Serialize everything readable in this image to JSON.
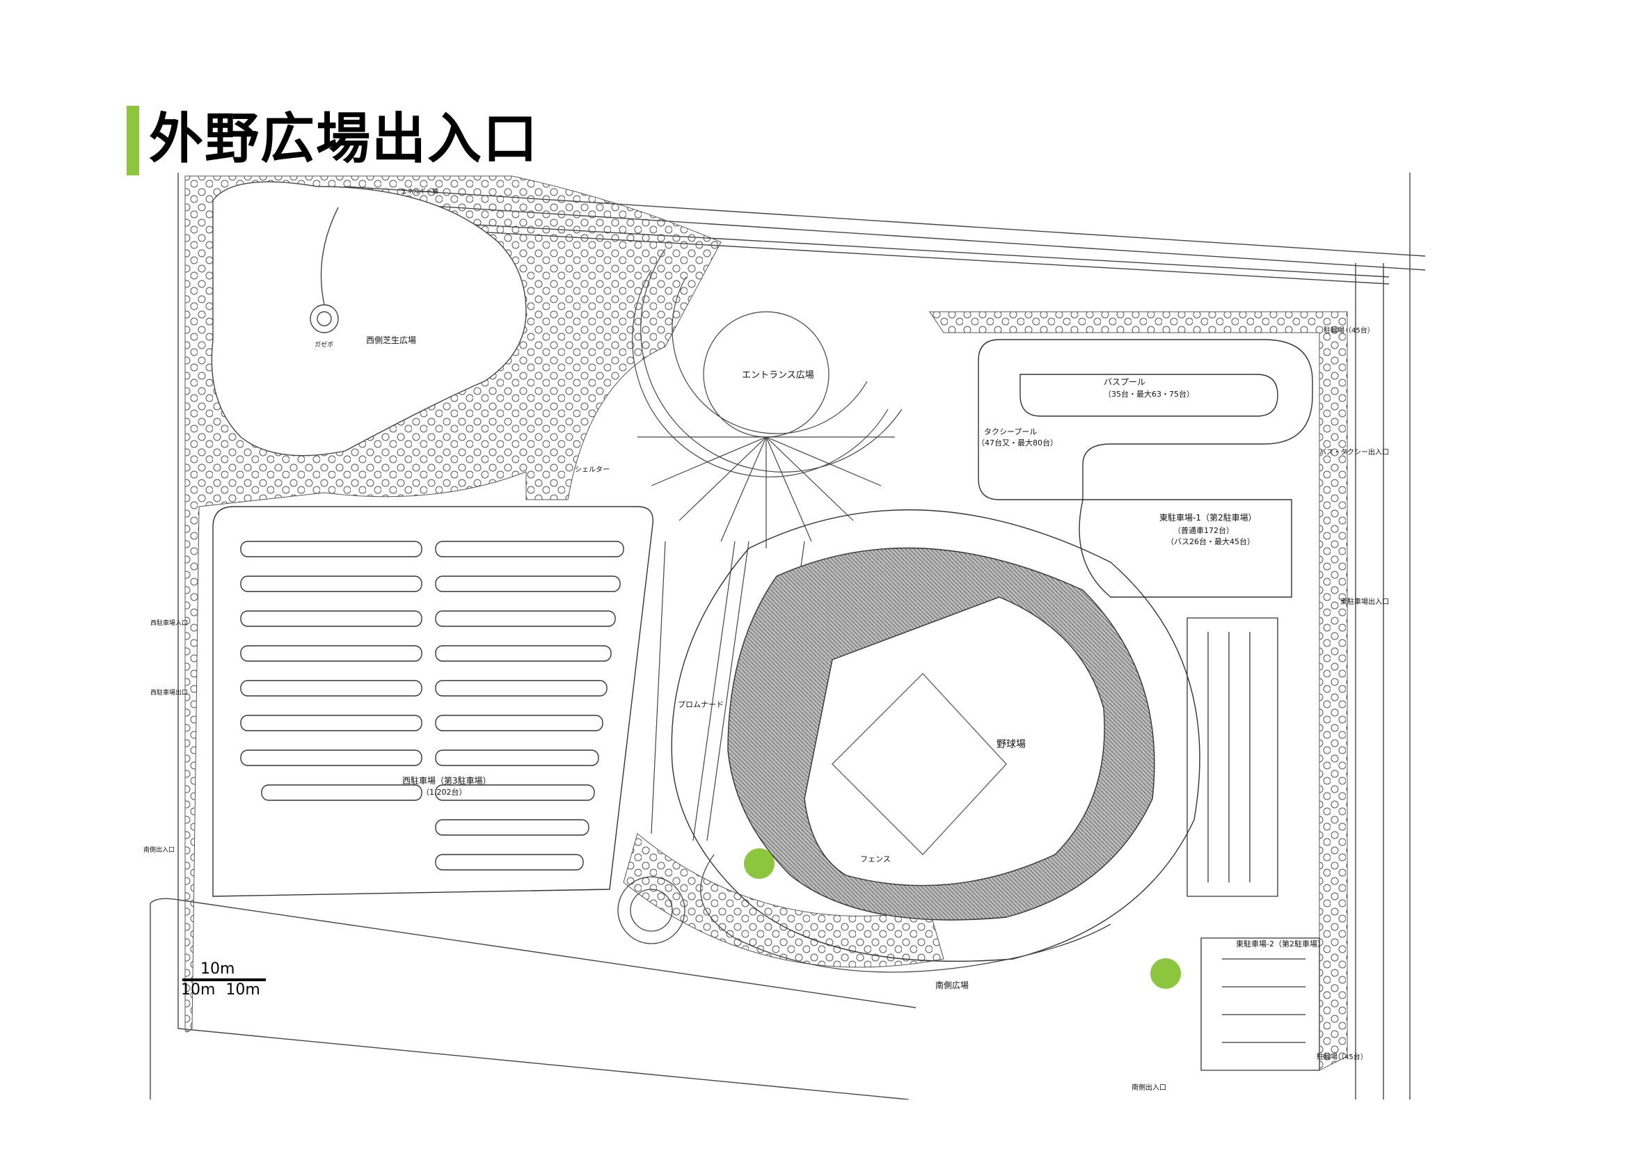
{
  "header": {
    "title": "外野広場出入口"
  },
  "map": {
    "labels": {
      "west_lawn": "西側芝生広場",
      "entrance_plaza": "エントランス広場",
      "bus_pool": "バスプール",
      "bus_pool_capacity": "（35台・最大63・75台）",
      "taxi_pool": "タクシープール",
      "taxi_pool_capacity": "（47台又・最大80台）",
      "east_parking_1": "東駐車場-1（第2駐車場）",
      "east_parking_1_cap_a": "（普通車172台）",
      "east_parking_1_cap_b": "（バス26台・最大45台）",
      "west_parking": "西駐車場（第3駐車場）",
      "west_parking_cap": "（1,202台）",
      "promenade": "プロムナード",
      "baseball_field": "野球場",
      "fence": "フェンス",
      "south_plaza": "南側広場",
      "east_parking_2": "東駐車場-2（第2駐車場）",
      "bike_parking_top": "駐輪場（45台）",
      "bike_parking_bottom": "駐輪場（45台）",
      "bus_taxi_entrance": "バス・タクシー出入口",
      "east_entrance": "東駐車場出入口",
      "south_entrance": "南側出入口",
      "west_entrance_1": "西駐車場入口",
      "west_entrance_2": "西駐車場出口",
      "north_entrance": "南側出入口",
      "shelter": "シェルター",
      "energy_bldg": "エネルギー棟",
      "gazebo": "ガゼボ"
    },
    "marker_color": "#8cc63f",
    "markers": [
      {
        "name": "outfield-plaza-entrance-west"
      },
      {
        "name": "outfield-plaza-entrance-east"
      }
    ]
  },
  "scale": {
    "top_label": "10m",
    "bottom_label": "10m 10m"
  },
  "colors": {
    "accent": "#8cc63f"
  }
}
